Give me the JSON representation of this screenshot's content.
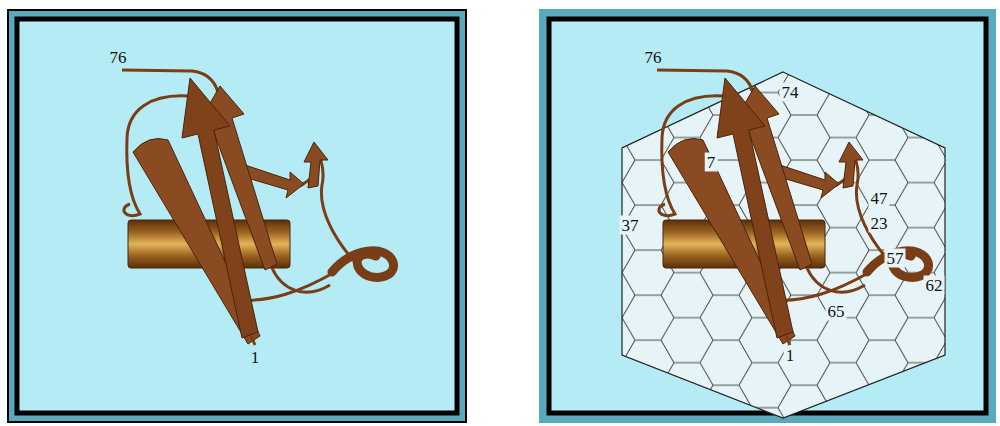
{
  "diagram": {
    "labels": [
      "76",
      "1",
      "76",
      "74",
      "7",
      "47",
      "23",
      "37",
      "57",
      "62",
      "65",
      "1"
    ]
  }
}
